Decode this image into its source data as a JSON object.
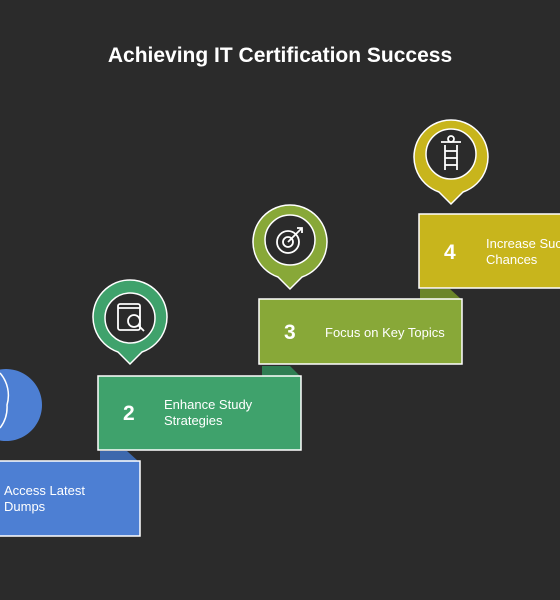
{
  "title": "Achieving IT Certification Success",
  "steps": [
    {
      "number": "",
      "lines": [
        "Access Latest",
        "Dumps"
      ],
      "color": "#4d7fd3",
      "icon": "circle-icon"
    },
    {
      "number": "2",
      "lines": [
        "Enhance Study",
        "Strategies"
      ],
      "color": "#3fa26c",
      "icon": "book-search-icon"
    },
    {
      "number": "3",
      "lines": [
        "Focus on Key Topics"
      ],
      "color": "#88a838",
      "icon": "target-icon"
    },
    {
      "number": "4",
      "lines": [
        "Increase Suc",
        "Chances"
      ],
      "color": "#c8b51c",
      "icon": "ladder-icon"
    }
  ]
}
